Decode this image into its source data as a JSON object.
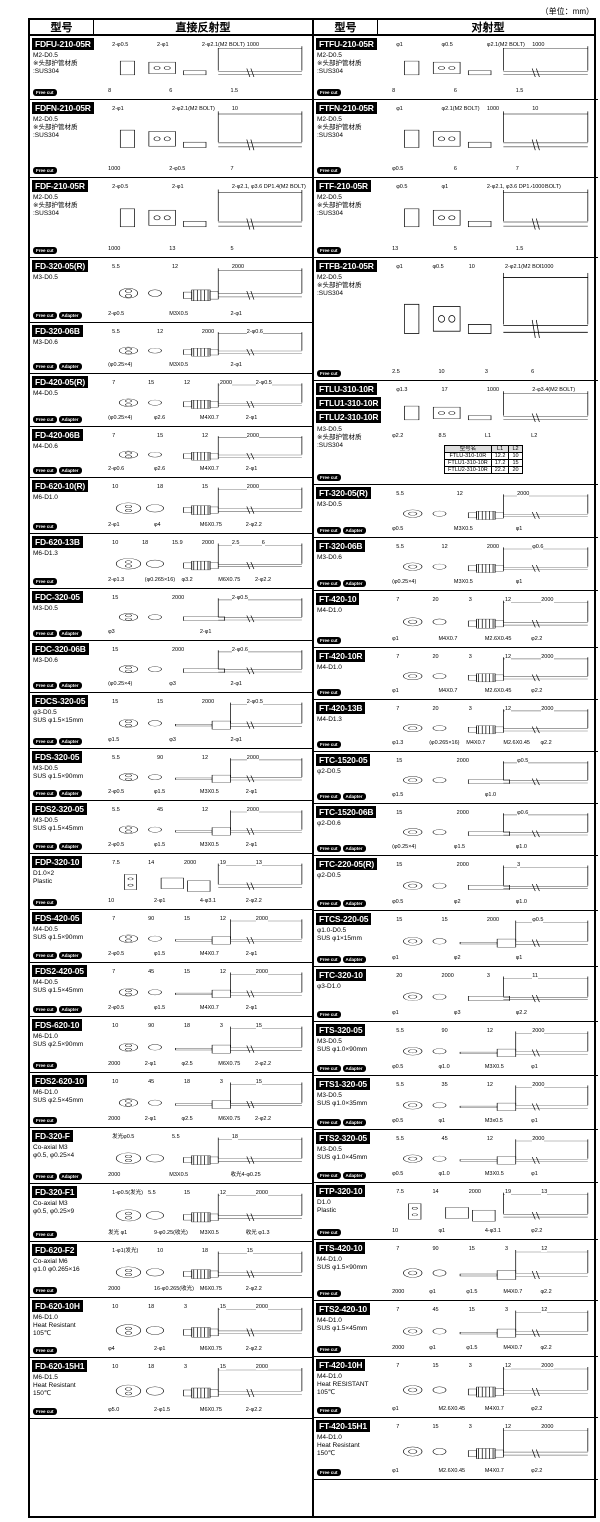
{
  "unit_note": "（单位：mm）",
  "headers": {
    "model_left": "型号",
    "category_left": "直接反射型",
    "model_right": "型号",
    "category_right": "对射型"
  },
  "badges": {
    "free_cut": "Free cut",
    "adapter": "Adapter"
  },
  "left": [
    {
      "model": "FDFU-210-05R",
      "specs": "M2-D0.5\n※头部护管材质\n:SUS304",
      "free": true,
      "adapter": false,
      "dims": [
        "2-φ0.5",
        "2-φ1",
        "2-φ2.1(M2 BOLT)",
        "1000",
        "8",
        "6",
        "1.5"
      ]
    },
    {
      "model": "FDFN-210-05R",
      "specs": "M2-D0.5\n※头部护管材质\n:SUS304",
      "free": true,
      "adapter": false,
      "dims": [
        "2-φ1",
        "2-φ2.1(M2 BOLT)",
        "10",
        "1000",
        "2-φ0.5",
        "7"
      ]
    },
    {
      "model": "FDF-210-05R",
      "specs": "M2-D0.5\n※头部护管材质\n:SUS304",
      "free": true,
      "adapter": false,
      "dims": [
        "2-φ0.5",
        "2-φ1",
        "2-φ2.1, φ3.6 DP1.4(M2 BOLT)",
        "1000",
        "13",
        "5"
      ]
    },
    {
      "model": "FD-320-05(R)",
      "specs": "M3-D0.5",
      "free": true,
      "adapter": true,
      "dims": [
        "5.5",
        "12",
        "2000",
        "2-φ0.5",
        "M3X0.5",
        "2-φ1"
      ]
    },
    {
      "model": "FD-320-06B",
      "specs": "M3-D0.6",
      "free": true,
      "adapter": true,
      "dims": [
        "5.5",
        "12",
        "2000",
        "2-φ0.6",
        "(φ0.25×4)",
        "M3X0.5",
        "2-φ1"
      ]
    },
    {
      "model": "FD-420-05(R)",
      "specs": "M4-D0.5",
      "free": true,
      "adapter": true,
      "dims": [
        "7",
        "15",
        "12",
        "2000",
        "2-φ0.5",
        "(φ0.25×4)",
        "φ2.6",
        "M4X0.7",
        "2-φ1"
      ]
    },
    {
      "model": "FD-420-06B",
      "specs": "M4-D0.6",
      "free": true,
      "adapter": true,
      "dims": [
        "7",
        "15",
        "12",
        "2000",
        "2-φ0.6",
        "φ2.6",
        "M4X0.7",
        "2-φ1"
      ]
    },
    {
      "model": "FD-620-10(R)",
      "specs": "M6-D1.0",
      "free": true,
      "adapter": false,
      "dims": [
        "10",
        "18",
        "15",
        "2000",
        "2-φ1",
        "φ4",
        "M6X0.75",
        "2-φ2.2"
      ]
    },
    {
      "model": "FD-620-13B",
      "specs": "M6-D1.3",
      "free": true,
      "adapter": false,
      "dims": [
        "10",
        "18",
        "15.9",
        "2000",
        "2.5",
        "6",
        "2-φ1.3",
        "(φ0.265×16)",
        "φ3.2",
        "M6X0.75",
        "2-φ2.2"
      ]
    },
    {
      "model": "FDC-320-05",
      "specs": "M3-D0.5",
      "free": true,
      "adapter": true,
      "dims": [
        "15",
        "2000",
        "2-φ0.5",
        "φ3",
        "2-φ1"
      ]
    },
    {
      "model": "FDC-320-06B",
      "specs": "M3-D0.6",
      "free": true,
      "adapter": true,
      "dims": [
        "15",
        "2000",
        "2-φ0.6",
        "(φ0.25×4)",
        "φ3",
        "2-φ1"
      ]
    },
    {
      "model": "FDCS-320-05",
      "specs": "φ3-D0.5\nSUS φ1.5×15mm",
      "free": true,
      "adapter": true,
      "dims": [
        "15",
        "15",
        "2000",
        "2-φ0.5",
        "φ1.5",
        "φ3",
        "2-φ1"
      ]
    },
    {
      "model": "FDS-320-05",
      "specs": "M3-D0.5\nSUS φ1.5×90mm",
      "free": true,
      "adapter": true,
      "dims": [
        "5.5",
        "90",
        "12",
        "2000",
        "2-φ0.5",
        "φ1.5",
        "M3X0.5",
        "2-φ1"
      ]
    },
    {
      "model": "FDS2-320-05",
      "specs": "M3-D0.5\nSUS φ1.5×45mm",
      "free": true,
      "adapter": true,
      "dims": [
        "5.5",
        "45",
        "12",
        "2000",
        "2-φ0.5",
        "φ1.5",
        "M3X0.5",
        "2-φ1"
      ]
    },
    {
      "model": "FDP-320-10",
      "specs": "D1.0×2\nPlastic",
      "free": true,
      "adapter": false,
      "dims": [
        "7.5",
        "14",
        "2000",
        "19",
        "13",
        "10",
        "2-φ1",
        "4-φ3.1",
        "2-φ2.2"
      ]
    },
    {
      "model": "FDS-420-05",
      "specs": "M4-D0.5\nSUS φ1.5×90mm",
      "free": true,
      "adapter": true,
      "dims": [
        "7",
        "90",
        "15",
        "12",
        "2000",
        "2-φ0.5",
        "φ1.5",
        "M4X0.7",
        "2-φ1"
      ]
    },
    {
      "model": "FDS2-420-05",
      "specs": "M4-D0.5\nSUS φ1.5×45mm",
      "free": true,
      "adapter": true,
      "dims": [
        "7",
        "45",
        "15",
        "12",
        "2000",
        "2-φ0.5",
        "φ1.5",
        "M4X0.7",
        "2-φ1"
      ]
    },
    {
      "model": "FDS-620-10",
      "specs": "M6-D1.0\nSUS φ2.5×90mm",
      "free": true,
      "adapter": false,
      "dims": [
        "10",
        "90",
        "18",
        "3",
        "15",
        "2000",
        "2-φ1",
        "φ2.5",
        "M6X0.75",
        "2-φ2.2"
      ]
    },
    {
      "model": "FDS2-620-10",
      "specs": "M6-D1.0\nSUS φ2.5×45mm",
      "free": true,
      "adapter": false,
      "dims": [
        "10",
        "45",
        "18",
        "3",
        "15",
        "2000",
        "2-φ1",
        "φ2.5",
        "M6X0.75",
        "2-φ2.2"
      ]
    },
    {
      "model": "FD-320-F",
      "specs": "Co-axial M3\nφ0.5, φ0.25×4",
      "free": true,
      "adapter": true,
      "dims": [
        "发光φ0.5",
        "5.5",
        "18",
        "2000",
        "M3X0.5",
        "收光4-φ0.25"
      ]
    },
    {
      "model": "FD-320-F1",
      "specs": "Co-axial M3\nφ0.5, φ0.25×9",
      "free": true,
      "adapter": false,
      "dims": [
        "1-φ0.5(发光)",
        "5.5",
        "15",
        "12",
        "2000",
        "发光 φ1",
        "9-φ0.25(收光)",
        "M3X0.5",
        "收光 φ1.3"
      ]
    },
    {
      "model": "FD-620-F2",
      "specs": "Co-axial M6\nφ1.0 φ0.265×16",
      "free": true,
      "adapter": false,
      "dims": [
        "1-φ1(发光)",
        "10",
        "18",
        "15",
        "2000",
        "16-φ0.265(收光)",
        "M6X0.75",
        "2-φ2.2"
      ]
    },
    {
      "model": "FD-620-10H",
      "specs": "M6-D1.0\nHeat Resistant\n105℃",
      "free": true,
      "adapter": false,
      "dims": [
        "10",
        "18",
        "3",
        "15",
        "2000",
        "φ4",
        "2-φ1",
        "M6X0.75",
        "2-φ2.2"
      ]
    },
    {
      "model": "FD-620-15H1",
      "specs": "M6-D1.5\nHeat Resistant\n150℃",
      "free": true,
      "adapter": false,
      "dims": [
        "10",
        "18",
        "3",
        "15",
        "2000",
        "φ5.0",
        "2-φ1.5",
        "M6X0.75",
        "2-φ2.2"
      ]
    }
  ],
  "right": [
    {
      "model": "FTFU-210-05R",
      "specs": "M2-D0.5\n※头部护管材质\n:SUS304",
      "free": true,
      "adapter": false,
      "dims": [
        "φ1",
        "φ0.5",
        "φ2.1(M2 BOLT)",
        "1000",
        "8",
        "6",
        "1.5"
      ]
    },
    {
      "model": "FTFN-210-05R",
      "specs": "M2-D0.5\n※头部护管材质\n:SUS304",
      "free": true,
      "adapter": false,
      "dims": [
        "φ1",
        "φ2.1(M2 BOLT)",
        "1000",
        "10",
        "φ0.5",
        "6",
        "7"
      ]
    },
    {
      "model": "FTF-210-05R",
      "specs": "M2-D0.5\n※头部护管材质\n:SUS304",
      "free": true,
      "adapter": false,
      "dims": [
        "φ0.5",
        "φ1",
        "2-φ2.1, φ3.6 DP1.4(M2 BOLT)",
        "1000",
        "13",
        "5",
        "1.5"
      ]
    },
    {
      "model": "FTFB-210-05R",
      "specs": "M2-D0.5\n※头部护管材质\n:SUS304",
      "free": true,
      "adapter": false,
      "dims": [
        "φ1",
        "φ0.5",
        "10",
        "2-φ2.1(M2 BOLT)",
        "1000",
        "2.5",
        "10",
        "3",
        "6"
      ]
    },
    {
      "model": "FTLU-310-10R",
      "model2": "FTLU1-310-10R",
      "model3": "FTLU2-310-10R",
      "specs": "M3-D0.5\n※头部护管材质\n:SUS304",
      "free": true,
      "adapter": false,
      "dims": [
        "φ1.3",
        "17",
        "1000",
        "2-φ3.4(M2 BOLT)",
        "φ2.2",
        "8.5",
        "L1",
        "L2"
      ],
      "table": {
        "headers": [
          "型号名",
          "L1",
          "L2"
        ],
        "rows": [
          [
            "FTLU-310-10R",
            "12.2",
            "10"
          ],
          [
            "FTLU1-310-10R",
            "17.2",
            "15"
          ],
          [
            "FTLU2-310-10R",
            "22.2",
            "20"
          ]
        ]
      }
    },
    {
      "model": "FT-320-05(R)",
      "specs": "M3-D0.5",
      "free": true,
      "adapter": true,
      "dims": [
        "5.5",
        "12",
        "2000",
        "φ0.5",
        "M3X0.5",
        "φ1"
      ]
    },
    {
      "model": "FT-320-06B",
      "specs": "M3-D0.6",
      "free": true,
      "adapter": true,
      "dims": [
        "5.5",
        "12",
        "2000",
        "φ0.6",
        "(φ0.25×4)",
        "M3X0.5",
        "φ1"
      ]
    },
    {
      "model": "FT-420-10",
      "specs": "M4-D1.0",
      "free": true,
      "adapter": false,
      "dims": [
        "7",
        "20",
        "3",
        "12",
        "2000",
        "φ1",
        "M4X0.7",
        "M2.6X0.45",
        "φ2.2"
      ]
    },
    {
      "model": "FT-420-10R",
      "specs": "M4-D1.0",
      "free": true,
      "adapter": false,
      "dims": [
        "7",
        "20",
        "3",
        "12",
        "2000",
        "φ1",
        "M4X0.7",
        "M2.6X0.45",
        "φ2.2"
      ]
    },
    {
      "model": "FT-420-13B",
      "specs": "M4-D1.3",
      "free": true,
      "adapter": false,
      "dims": [
        "7",
        "20",
        "3",
        "12",
        "2000",
        "φ1.3",
        "(φ0.265×16)",
        "M4X0.7",
        "M2.6X0.45",
        "φ2.2"
      ]
    },
    {
      "model": "FTC-1520-05",
      "specs": "φ2-D0.5",
      "free": true,
      "adapter": true,
      "dims": [
        "15",
        "2000",
        "φ0.5",
        "φ1.5",
        "φ1.0"
      ]
    },
    {
      "model": "FTC-1520-06B",
      "specs": "φ2-D0.6",
      "free": true,
      "adapter": true,
      "dims": [
        "15",
        "2000",
        "φ0.6",
        "(φ0.25×4)",
        "φ1.5",
        "φ1.0"
      ]
    },
    {
      "model": "FTC-220-05(R)",
      "specs": "φ2-D0.5",
      "free": true,
      "adapter": true,
      "dims": [
        "15",
        "2000",
        "3",
        "φ0.5",
        "φ2",
        "φ1.0"
      ]
    },
    {
      "model": "FTCS-220-05",
      "specs": "φ1.0-D0.5\nSUS φ1×15mm",
      "free": true,
      "adapter": true,
      "dims": [
        "15",
        "15",
        "2000",
        "φ0.5",
        "φ1",
        "φ2",
        "φ1"
      ]
    },
    {
      "model": "FTC-320-10",
      "specs": "φ3-D1.0",
      "free": true,
      "adapter": false,
      "dims": [
        "20",
        "2000",
        "3",
        "11",
        "φ1",
        "φ3",
        "φ2.2"
      ]
    },
    {
      "model": "FTS-320-05",
      "specs": "M3-D0.5\nSUS φ1.0×90mm",
      "free": true,
      "adapter": true,
      "dims": [
        "5.5",
        "90",
        "12",
        "2000",
        "φ0.5",
        "φ1.0",
        "M3X0.5",
        "φ1"
      ]
    },
    {
      "model": "FTS1-320-05",
      "specs": "M3-D0.5\nSUS φ1.0×35mm",
      "free": true,
      "adapter": true,
      "dims": [
        "5.5",
        "35",
        "12",
        "2000",
        "φ0.5",
        "φ1",
        "M3x0.5",
        "φ1"
      ]
    },
    {
      "model": "FTS2-320-05",
      "specs": "M3-D0.5\nSUS φ1.0×45mm",
      "free": true,
      "adapter": true,
      "dims": [
        "5.5",
        "45",
        "12",
        "2000",
        "φ0.5",
        "φ1.0",
        "M3X0.5",
        "φ1"
      ]
    },
    {
      "model": "FTP-320-10",
      "specs": "D1.0\nPlastic",
      "free": true,
      "adapter": false,
      "dims": [
        "7.5",
        "14",
        "2000",
        "19",
        "13",
        "10",
        "φ1",
        "4-φ3.1",
        "φ2.2"
      ]
    },
    {
      "model": "FTS-420-10",
      "specs": "M4-D1.0\nSUS φ1.5×90mm",
      "free": true,
      "adapter": false,
      "dims": [
        "7",
        "90",
        "15",
        "3",
        "12",
        "2000",
        "φ1",
        "φ1.5",
        "M4X0.7",
        "φ2.2"
      ]
    },
    {
      "model": "FTS2-420-10",
      "specs": "M4-D1.0\nSUS φ1.5×45mm",
      "free": true,
      "adapter": false,
      "dims": [
        "7",
        "45",
        "15",
        "3",
        "12",
        "2000",
        "φ1",
        "φ1.5",
        "M4X0.7",
        "φ2.2"
      ]
    },
    {
      "model": "FT-420-10H",
      "specs": "M4-D1.0\nHeat RESISTANT\n105℃",
      "free": true,
      "adapter": false,
      "dims": [
        "7",
        "15",
        "3",
        "12",
        "2000",
        "φ1",
        "M2.6X0.45",
        "M4X0.7",
        "φ2.2"
      ]
    },
    {
      "model": "FT-420-15H1",
      "specs": "M4-D1.0\nHeat Resistant\n150℃",
      "free": true,
      "adapter": false,
      "dims": [
        "7",
        "15",
        "3",
        "12",
        "2000",
        "φ1",
        "M2.6X0.45",
        "M4X0.7",
        "φ2.2"
      ]
    }
  ]
}
